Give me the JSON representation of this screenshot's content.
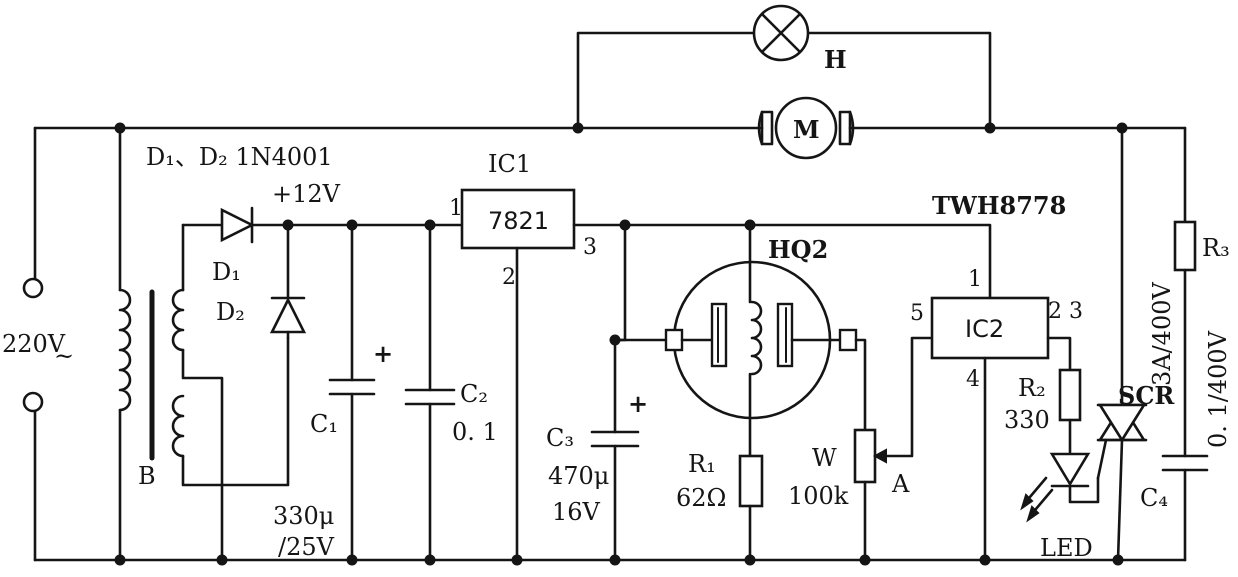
{
  "labels": {
    "diode_header": "D₁、D₂ 1N4001",
    "supply_voltage": "+12V",
    "ic1_name": "IC1",
    "ic1_part": "7821",
    "ic1_pin1": "1",
    "ic1_pin2": "2",
    "ic1_pin3": "3",
    "sensor_name": "HQ2",
    "ic2_part_number": "TWH8778",
    "ic2_name": "IC2",
    "ic2_pin1": "1",
    "ic2_pin5": "5",
    "ic2_pin23": "2  3",
    "ic2_pin4": "4",
    "lamp": "H",
    "motor": "M",
    "mains": "220V",
    "mains_ac": "~",
    "transformer": "B",
    "d1": "D₁",
    "d2": "D₂",
    "c1": "C₁",
    "c1_value_a": "330μ",
    "c1_value_b": "/25V",
    "c2": "C₂",
    "c2_value": "0. 1",
    "c3": "C₃",
    "c3_value_a": "470μ",
    "c3_value_b": "16V",
    "r1": "R₁",
    "r1_value": "62Ω",
    "w": "W",
    "w_value": "100k",
    "node_a": "A",
    "r2": "R₂",
    "r2_value": "330",
    "led": "LED",
    "scr": "SCR",
    "scr_rating": "3A/400V",
    "r3": "R₃",
    "c4_value": "0. 1/400V",
    "c4": "C₄",
    "plus_c1": "+",
    "plus_c3": "+"
  }
}
